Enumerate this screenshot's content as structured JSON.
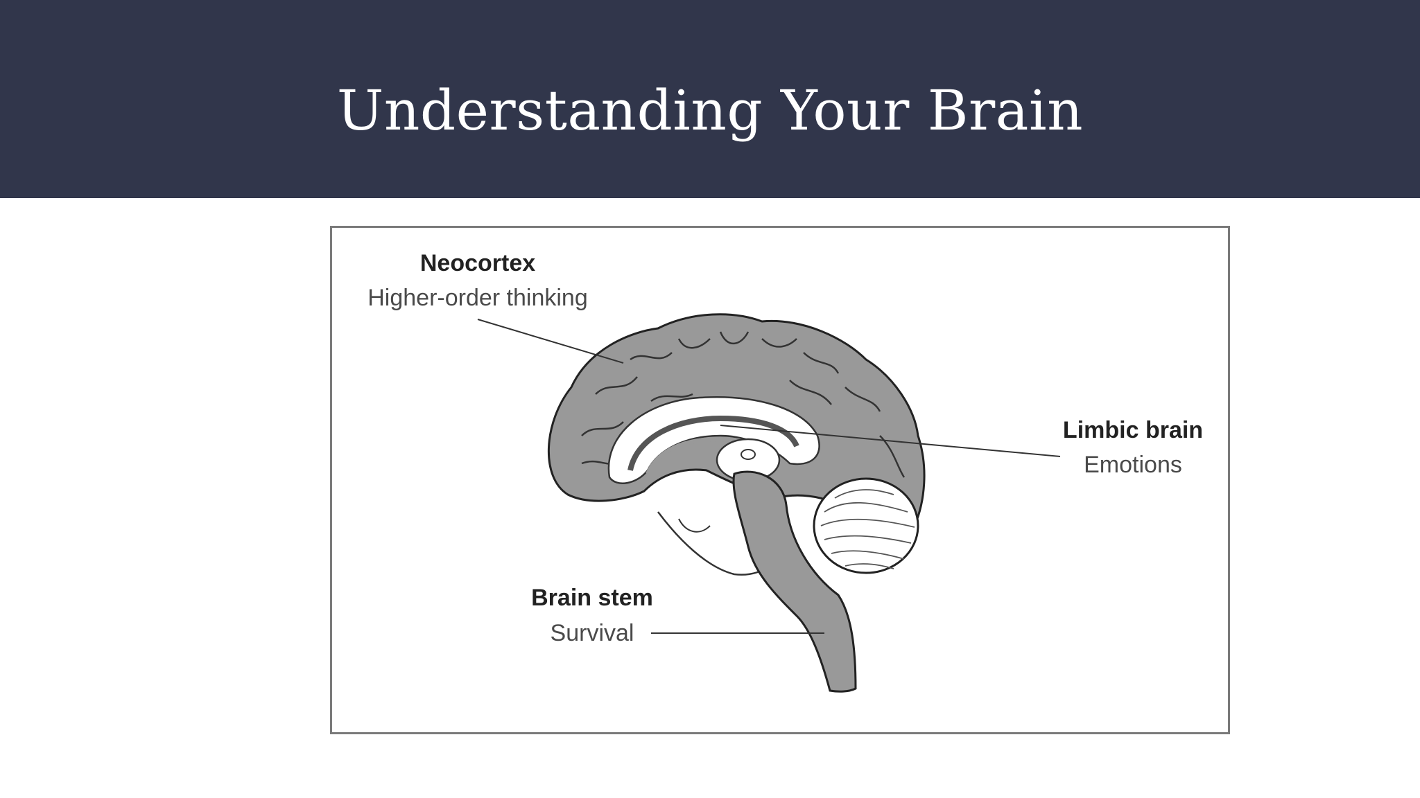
{
  "slide": {
    "title": "Understanding Your Brain",
    "colors": {
      "header_bg": "#31364b",
      "title_text": "#ffffff",
      "figure_border": "#7a7a7a",
      "brain_fill": "#999999"
    }
  },
  "diagram": {
    "labels": [
      {
        "id": "neocortex",
        "name": "Neocortex",
        "description": "Higher-order thinking"
      },
      {
        "id": "limbic",
        "name": "Limbic brain",
        "description": "Emotions"
      },
      {
        "id": "stem",
        "name": "Brain stem",
        "description": "Survival"
      }
    ]
  }
}
